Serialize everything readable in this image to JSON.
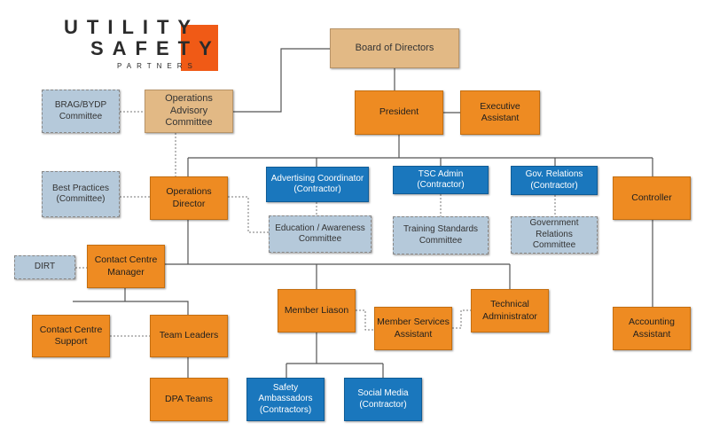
{
  "logo": {
    "line1": "UTILITY",
    "line2": "SAFETY",
    "line3": "PARTNERS"
  },
  "boxes": {
    "board": "Board of Directors",
    "ops_advisory": "Operations Advisory Committee",
    "brag": "BRAG/BYDP Committee",
    "president": "President",
    "exec_assistant": "Executive Assistant",
    "ops_director": "Operations Director",
    "best_practices": "Best Practices (Committee)",
    "adv_coord": "Advertising Coordinator (Contractor)",
    "edu": "Education / Awareness Committee",
    "tsc_admin": "TSC Admin (Contractor)",
    "training_std": "Training Standards Committee",
    "gov_rel": "Gov. Relations (Contractor)",
    "gov_rel_com": "Government Relations Committee",
    "controller": "Controller",
    "dirt": "DIRT",
    "cc_manager": "Contact Centre Manager",
    "cc_support": "Contact Centre Support",
    "team_leaders": "Team Leaders",
    "dpa": "DPA Teams",
    "member_liason": "Member Liason",
    "msa": "Member Services Assistant",
    "tech_admin": "Technical Administrator",
    "acct_assist": "Accounting Assistant",
    "safety_amb": "Safety Ambassadors (Contractors)",
    "social": "Social Media (Contractor)"
  },
  "colors": {
    "tan": "#e2b985",
    "orange": "#ee8b22",
    "blue": "#1a77bd",
    "light_blue": "#b5c9da",
    "logo_accent": "#f05a16"
  }
}
